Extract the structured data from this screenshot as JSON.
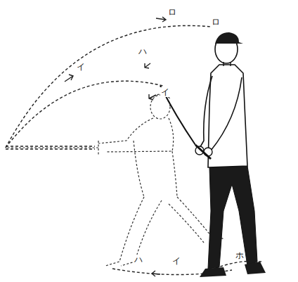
{
  "diagram": {
    "labels": [
      "イ",
      "ロ",
      "ロ",
      "ハ",
      "イ",
      "ハ",
      "イ",
      "ホ"
    ]
  }
}
